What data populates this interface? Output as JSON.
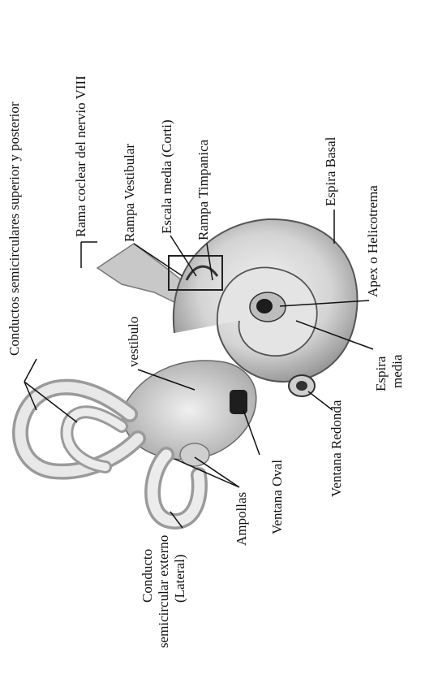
{
  "labels": {
    "conductos_sup_post": "Conductos semicirculares superior y posterior",
    "rama_coclear": "Rama coclear del nervio VIII",
    "rampa_vestibular": "Rampa Vestibular",
    "escala_media": "Escala media (Corti)",
    "rampa_timpanica": "Rampa Timpanica",
    "espira_basal": "Espira Basal",
    "apex_helicotrema": "Apex o Helicotrema",
    "vestibulo": "vestibulo",
    "espira_media_1": "Espira",
    "espira_media_2": "media",
    "ventana_redonda": "Ventana Redonda",
    "ventana_oval": "Ventana Oval",
    "ampollas": "Ampollas",
    "conducto_ext_1": "Conducto",
    "conducto_ext_2": "semicircular externo",
    "conducto_ext_3": "(Lateral)"
  },
  "colors": {
    "ink": "#111111",
    "structure_fill": "#d6d6d6",
    "structure_shadow": "#8a8a8a",
    "background": "#ffffff"
  }
}
